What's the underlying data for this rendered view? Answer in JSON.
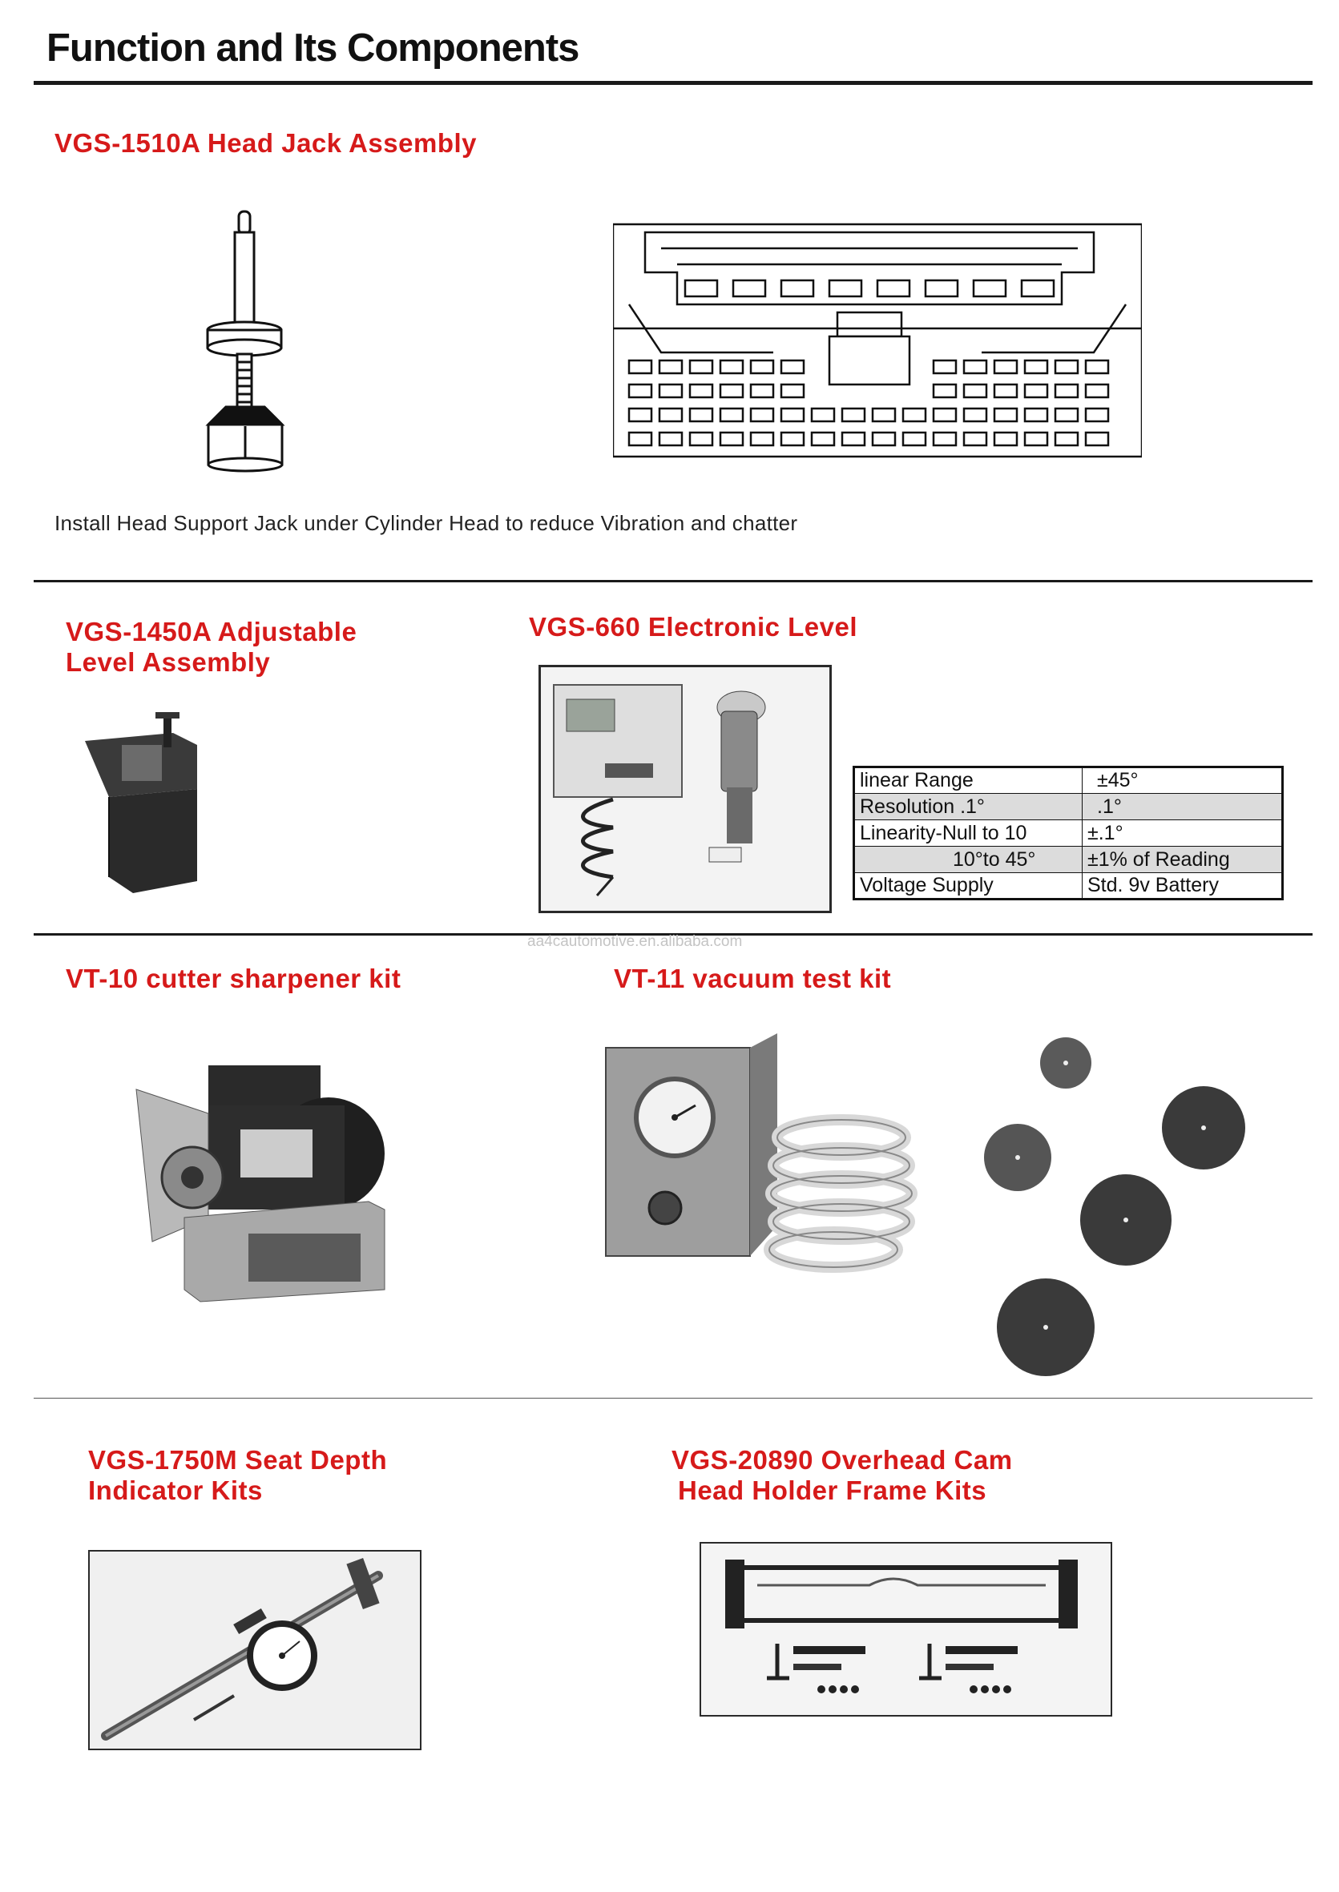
{
  "page": {
    "title": "Function and Its Components",
    "watermark": "aa4cautomotive.en.alibaba.com"
  },
  "sections": {
    "head_jack": {
      "heading": "VGS-1510A Head Jack Assembly",
      "caption": "Install Head Support Jack under Cylinder Head to reduce Vibration and chatter"
    },
    "level_assembly": {
      "heading_line1": "VGS-1450A Adjustable",
      "heading_line2": "Level Assembly"
    },
    "electronic_level": {
      "heading": "VGS-660 Electronic Level",
      "specs": [
        {
          "label": "linear Range",
          "value": "±45°"
        },
        {
          "label": "Resolution .1°",
          "value": ".1°"
        },
        {
          "label": "Linearity-Null to 10",
          "value": "±.1°"
        },
        {
          "label": "10°to 45°",
          "value": "±1% of Reading"
        },
        {
          "label": "Voltage Supply",
          "value": "Std. 9v Battery"
        }
      ]
    },
    "cutter_sharpener": {
      "heading": "VT-10 cutter sharpener kit"
    },
    "vacuum_test": {
      "heading": "VT-11 vacuum test kit"
    },
    "seat_depth": {
      "heading_line1": "VGS-1750M Seat Depth",
      "heading_line2": "Indicator Kits"
    },
    "cam_frame": {
      "heading_line1": "VGS-20890 Overhead Cam",
      "heading_line2": "Head Holder Frame Kits"
    }
  },
  "colors": {
    "heading_red": "#d61a1a",
    "rule": "#1a1a1a"
  }
}
